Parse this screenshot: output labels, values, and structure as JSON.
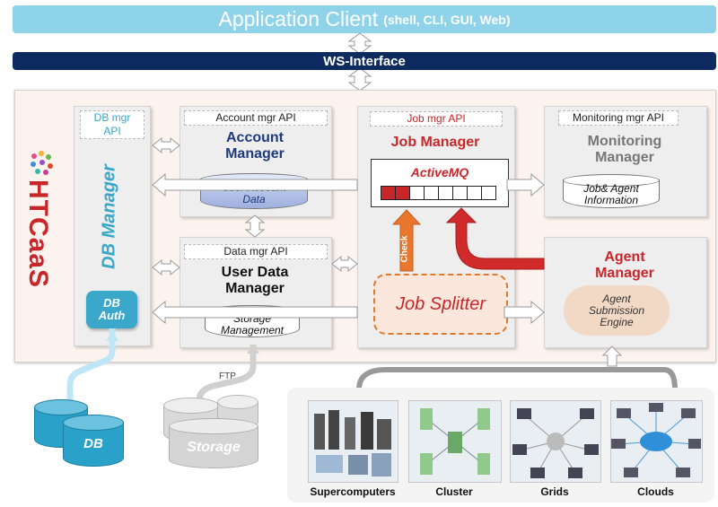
{
  "client": {
    "title": "Application Client",
    "subtitle": "(shell, CLI, GUI, Web)"
  },
  "ws_interface": "WS-Interface",
  "brand": "HTCaaS",
  "db_manager": {
    "api": "DB mgr\nAPI",
    "title": "DB Manager",
    "auth": "DB\nAuth"
  },
  "account_manager": {
    "api": "Account mgr  API",
    "title": "Account\nManager",
    "store": "User Account\nData"
  },
  "user_data_manager": {
    "api": "Data mgr  API",
    "title": "User Data\nManager",
    "store": "Storage\nManagement"
  },
  "job_manager": {
    "api": "Job mgr  API",
    "title": "Job Manager",
    "queue_label": "ActiveMQ",
    "splitter": "Job Splitter",
    "check": "Check"
  },
  "monitoring_manager": {
    "api": "Monitoring mgr API",
    "title": "Monitoring\nManager",
    "store": "Job& Agent\nInformation"
  },
  "agent_manager": {
    "title": "Agent\nManager",
    "engine": "Agent\nSubmission\nEngine"
  },
  "external": {
    "db": "DB",
    "storage": "Storage",
    "ftp": "FTP"
  },
  "resources": {
    "supercomputers": "Supercomputers",
    "cluster": "Cluster",
    "grids": "Grids",
    "clouds": "Clouds"
  },
  "colors": {
    "accent_red": "#c8262b",
    "accent_blue": "#1f3a7a",
    "db_blue": "#2aa1c8",
    "client_bar": "#8fd3ea",
    "ws_bar": "#0d2b5e"
  }
}
